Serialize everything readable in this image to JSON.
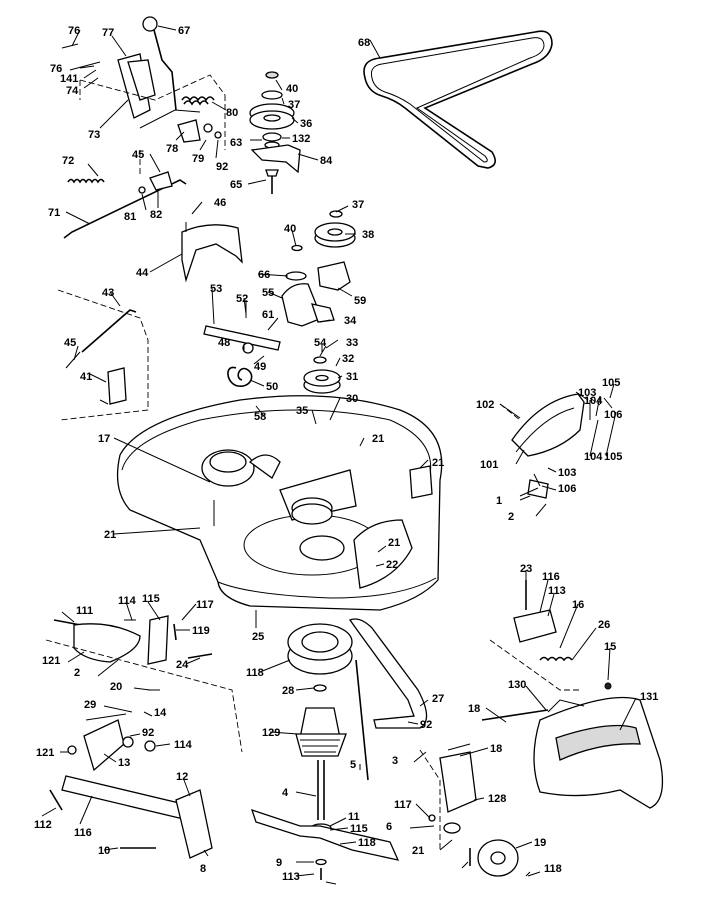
{
  "labels": [
    "76",
    "77",
    "67",
    "76",
    "141",
    "74",
    "73",
    "78",
    "79",
    "92",
    "80",
    "68",
    "40",
    "37",
    "36",
    "63",
    "132",
    "84",
    "65",
    "72",
    "45",
    "81",
    "82",
    "71",
    "46",
    "44",
    "37",
    "40",
    "38",
    "66",
    "59",
    "55",
    "53",
    "52",
    "61",
    "34",
    "48",
    "49",
    "33",
    "54",
    "32",
    "31",
    "43",
    "45",
    "41",
    "50",
    "58",
    "35",
    "30",
    "21",
    "17",
    "21",
    "103",
    "102",
    "105",
    "104",
    "106",
    "101",
    "103",
    "104",
    "105",
    "106",
    "1",
    "2",
    "21",
    "21",
    "22",
    "23",
    "116",
    "113",
    "111",
    "114",
    "115",
    "117",
    "119",
    "121",
    "2",
    "24",
    "25",
    "16",
    "26",
    "118",
    "15",
    "20",
    "28",
    "27",
    "130",
    "131",
    "29",
    "14",
    "18",
    "129",
    "92",
    "92",
    "114",
    "121",
    "3",
    "18",
    "13",
    "5",
    "4",
    "112",
    "12",
    "128",
    "11",
    "115",
    "118",
    "117",
    "6",
    "19",
    "116",
    "10",
    "118",
    "9",
    "21",
    "113",
    "8"
  ]
}
